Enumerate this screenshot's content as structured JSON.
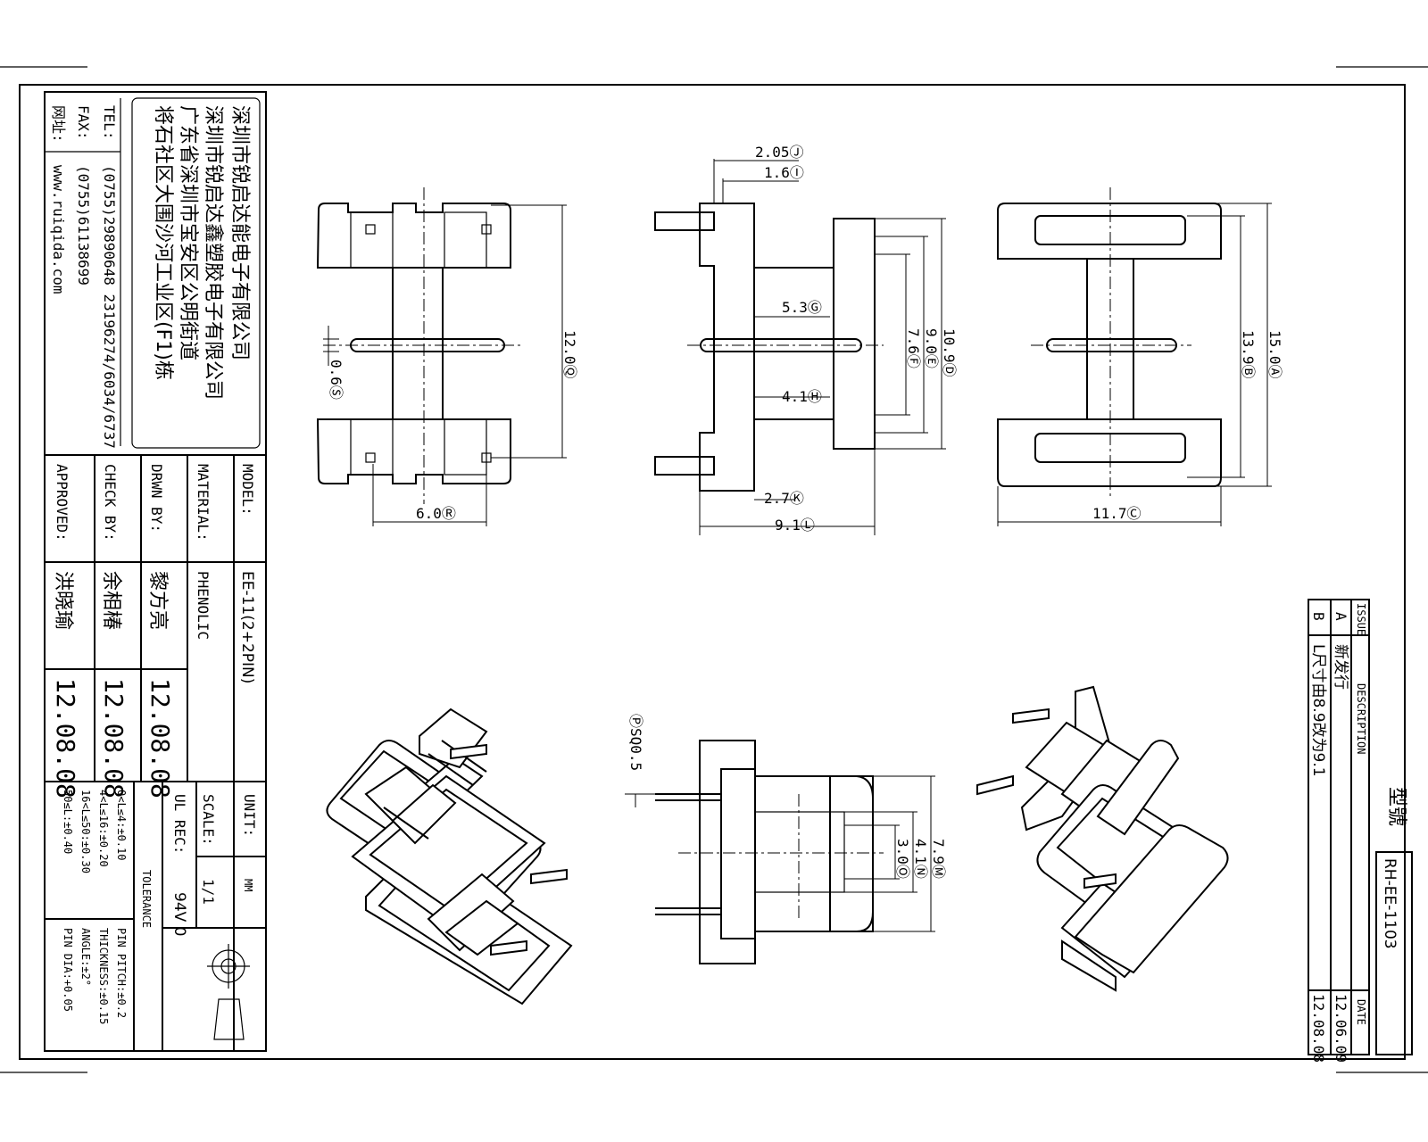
{
  "company": {
    "name": "深圳市锐启达能电子有限公司",
    "sub_company": "深圳市锐启达鑫塑胶电子有限公司",
    "address_1": "广东省深圳市宝安区公明街道",
    "address_2": "将石社区大围沙河工业区(F1)栋",
    "tel_label": "TEL:",
    "tel": "(0755)29890648  23196274/6034/6737",
    "fax_label": "FAX:",
    "fax": "(0755)61138699",
    "web_label": "网址:",
    "web": "www.ruiqida.com"
  },
  "title_block": {
    "model_label": "MODEL:",
    "model": "EE-11(2+2PIN)",
    "material_label": "MATERIAL:",
    "material": "PHENOLIC",
    "drwn_label": "DRWN BY:",
    "drwn": "黎方亮",
    "drwn_date": "12.08.08",
    "check_label": "CHECK BY:",
    "check": "余相椿",
    "check_date": "12.08.08",
    "approved_label": "APPROVED:",
    "approved": "洪晓瑜",
    "approved_date": "12.08.08",
    "unit_label": "UNIT:",
    "unit": "MM",
    "scale_label": "SCALE:",
    "scale": "1/1",
    "ul_label": "UL REC:",
    "ul": "94V 0",
    "tolerance_label": "TOLERANCE",
    "tol_1": "0<L≤4:±0.10",
    "tol_2": "4<L≤16:±0.20",
    "tol_3": "16<L≤50:±0.30",
    "tol_4": "50≤L:±0.40",
    "tol_5": "PIN PITCH:±0.2",
    "tol_6": "THICKNESS:±0.15",
    "tol_7": "ANGLE:±2°",
    "tol_8": "PIN DIA:+0.05"
  },
  "revision": {
    "title_label": "型號",
    "drawing_no": "RH-EE-1103",
    "issue_label": "ISSUE",
    "desc_label": "DESCRIPTION",
    "date_label": "DATE",
    "rows": [
      {
        "issue": "A",
        "desc": "新发行",
        "date": "12.06.09"
      },
      {
        "issue": "B",
        "desc": "L尺寸由8.9改为9.1",
        "date": "12.08.08"
      }
    ]
  },
  "dimensions": {
    "A": "15.0Ⓐ",
    "B": "13.9Ⓑ",
    "C": "11.7Ⓒ",
    "D": "10.9Ⓓ",
    "E": "9.0Ⓔ",
    "F": "7.6Ⓕ",
    "G": "5.3Ⓖ",
    "H": "4.1Ⓗ",
    "I": "1.6Ⓘ",
    "J": "2.05Ⓙ",
    "K": "2.7Ⓚ",
    "L": "9.1Ⓛ",
    "M": "7.9Ⓜ",
    "N": "4.1Ⓝ",
    "O": "3.0Ⓞ",
    "P": "ⓅSQ0.5",
    "Q": "12.0Ⓠ",
    "R": "6.0Ⓡ",
    "S": "0.6Ⓢ"
  }
}
